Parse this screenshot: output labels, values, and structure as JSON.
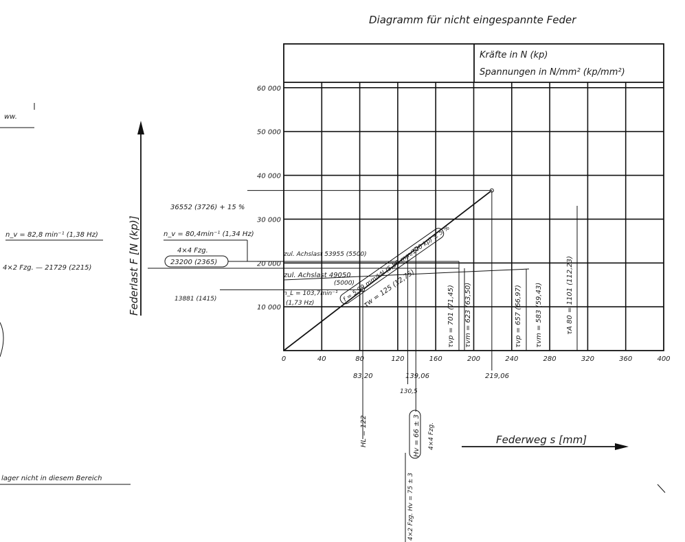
{
  "chart_data": {
    "type": "line",
    "title": "Diagramm für nicht eingespannte Feder",
    "legend_box": {
      "line1": "Kräfte in N (kp)",
      "line2": "Spannungen in N/mm² (kp/mm²)"
    },
    "xlabel": "Federweg s [mm]",
    "ylabel": "Federlast F [N (kp)]",
    "xlim": [
      0,
      400
    ],
    "ylim": [
      0,
      70000
    ],
    "x_ticks": [
      0,
      40,
      80,
      120,
      160,
      200,
      240,
      280,
      320,
      360,
      400
    ],
    "y_ticks": [
      10000,
      20000,
      30000,
      40000,
      50000,
      60000
    ],
    "x_tick_labels": [
      "0",
      "40",
      "80",
      "120",
      "160",
      "200",
      "240",
      "280",
      "320",
      "360",
      "400"
    ],
    "y_tick_labels": [
      "10 000",
      "20 000",
      "30 000",
      "40 000",
      "50 000",
      "60 000"
    ],
    "grid": true,
    "series": [
      {
        "x": [
          0,
          219.06
        ],
        "y": [
          0,
          36552
        ]
      }
    ],
    "points": [
      {
        "x": 83.2,
        "y": 13881
      },
      {
        "x": 139.06,
        "y": 23200
      },
      {
        "x": 219.06,
        "y": 36552
      }
    ],
    "annotations": {
      "top_point": "36552 (3726) + 15 %",
      "nv_4x2": "n_v = 82,8 min⁻¹ (1,38 Hz)",
      "load_4x2": "4×2 Fzg. — 21729 (2215)",
      "nv_4x4": "n_v = 80,4min⁻¹ (1,34 Hz)",
      "fzg_4x4": "4×4 Fzg.",
      "load_4x4": "23200 (2365)",
      "achslast1": "zul. Achslast 53955 (5500)",
      "achslast2": "zul. Achslast 49050",
      "achslast2_kp": "(5000)",
      "load_low": "13881 (1415)",
      "nl_line1": "n_L = 103,7min⁻¹",
      "nl_line2": "(1,73 Hz)",
      "rate": "f = 5,99 mm/kN (5,88 mm/100 kp) ± 5 %",
      "tau_w": "τw = 125 (12,75)",
      "s_vp": "τvp = 701 (71,45)",
      "s_vm": "τvm = 623 (63,50)",
      "s_vp2": "τvp = 657 (66,97)",
      "s_vm2": "τvm = 583 (59,43)",
      "s_a80": "τA 80 = 1101 (112,23)",
      "x_83": "83,20",
      "x_139": "139,06",
      "x_130": "130,5",
      "x_219": "219,06",
      "hl": "HL = 122",
      "hv": "Hv = 66 ± 3",
      "hv_fzg": "4×4 Fzg.",
      "hv2": "4×2 Fzg.  Hv = 75 ± 3",
      "left_ww": "ww.",
      "left_bottom": "lager nicht in diesem Bereich"
    }
  }
}
